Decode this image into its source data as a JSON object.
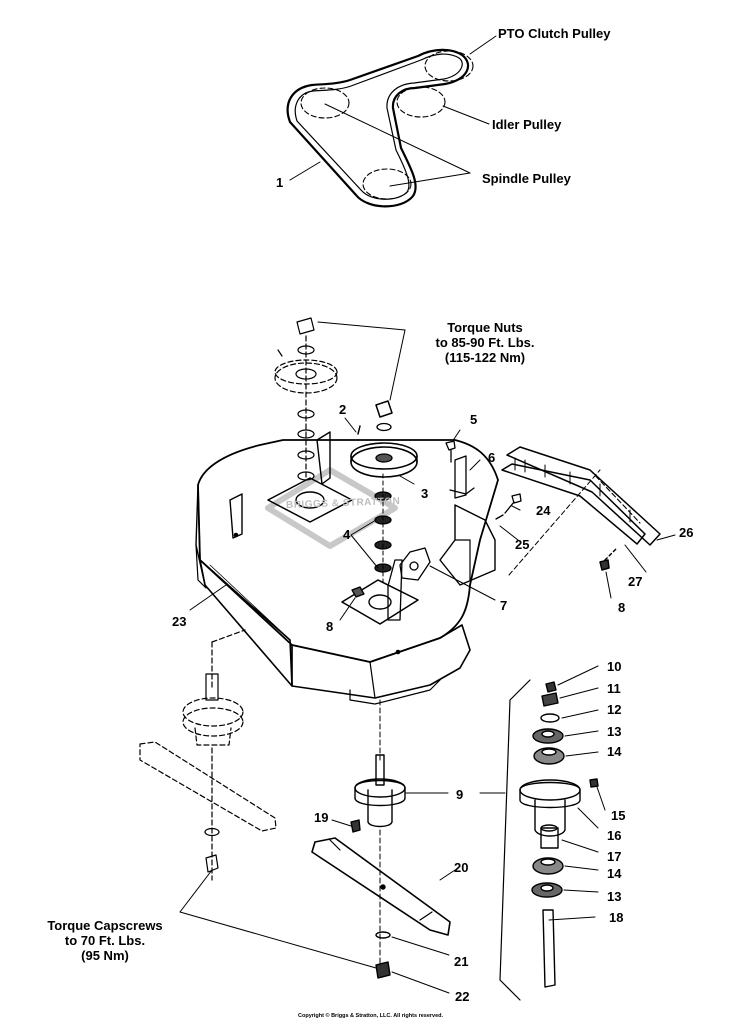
{
  "belt": {
    "pto_clutch_pulley": "PTO Clutch Pulley",
    "idler_pulley": "Idler Pulley",
    "spindle_pulley": "Spindle Pulley",
    "belt_ref": "1"
  },
  "notes": {
    "torque_nuts": [
      "Torque Nuts",
      "to 85-90 Ft. Lbs.",
      "(115-122 Nm)"
    ],
    "torque_capscrews": [
      "Torque Capscrews",
      "to 70 Ft. Lbs.",
      "(95 Nm)"
    ]
  },
  "callouts": {
    "c2": "2",
    "c3": "3",
    "c4": "4",
    "c5": "5",
    "c6": "6",
    "c7": "7",
    "c8a": "8",
    "c8b": "8",
    "c9": "9",
    "c10": "10",
    "c11": "11",
    "c12": "12",
    "c13a": "13",
    "c13b": "13",
    "c14a": "14",
    "c14b": "14",
    "c15": "15",
    "c16": "16",
    "c17": "17",
    "c18": "18",
    "c19": "19",
    "c20": "20",
    "c21": "21",
    "c22": "22",
    "c23": "23",
    "c24": "24",
    "c25": "25",
    "c26": "26",
    "c27": "27"
  },
  "watermark": "BRIGGS & STRATTON",
  "copyright": "Copyright © Briggs & Stratton, LLC. All rights reserved."
}
